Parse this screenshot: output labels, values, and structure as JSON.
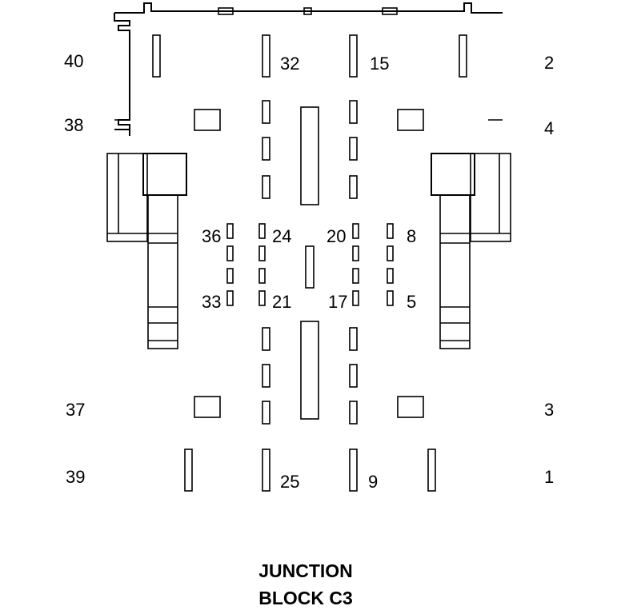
{
  "diagram": {
    "title_line1": "JUNCTION",
    "title_line2": "BLOCK C3",
    "pins": {
      "p40": "40",
      "p38": "38",
      "p37": "37",
      "p39": "39",
      "p2": "2",
      "p4": "4",
      "p3": "3",
      "p1": "1",
      "p32": "32",
      "p15": "15",
      "p36": "36",
      "p24": "24",
      "p20": "20",
      "p8": "8",
      "p33": "33",
      "p21": "21",
      "p17": "17",
      "p5": "5",
      "p25": "25",
      "p9": "9"
    }
  }
}
